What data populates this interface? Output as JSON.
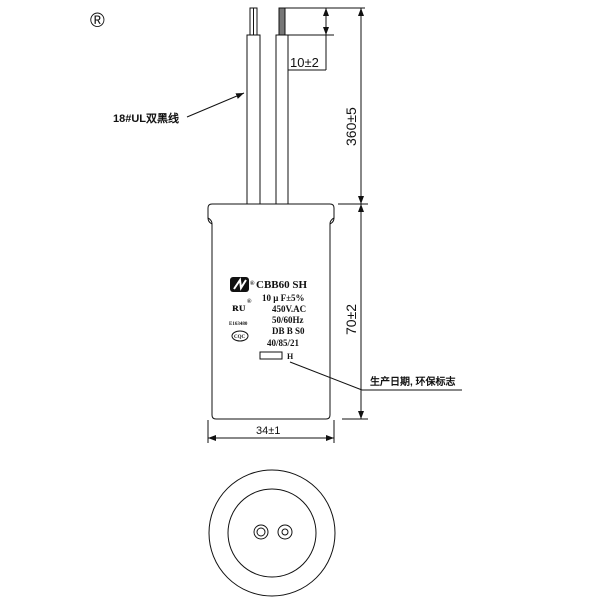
{
  "registered_mark": "®",
  "wire_label": "18#UL双黑线",
  "dimensions": {
    "strip_length": "10±2",
    "lead_length": "360±5",
    "body_height": "70±2",
    "body_diameter": "34±1"
  },
  "label": {
    "model": "CBB60 SH",
    "capacitance": "10 μ F±5%",
    "voltage": "450V.AC",
    "frequency": "50/60Hz",
    "class": "DB B S0",
    "climatic": "40/85/21",
    "ul_file": "E163480",
    "cqc_logo": "CQC",
    "date_code_suffix": "H"
  },
  "date_marking_note": "生产日期, 环保标志"
}
